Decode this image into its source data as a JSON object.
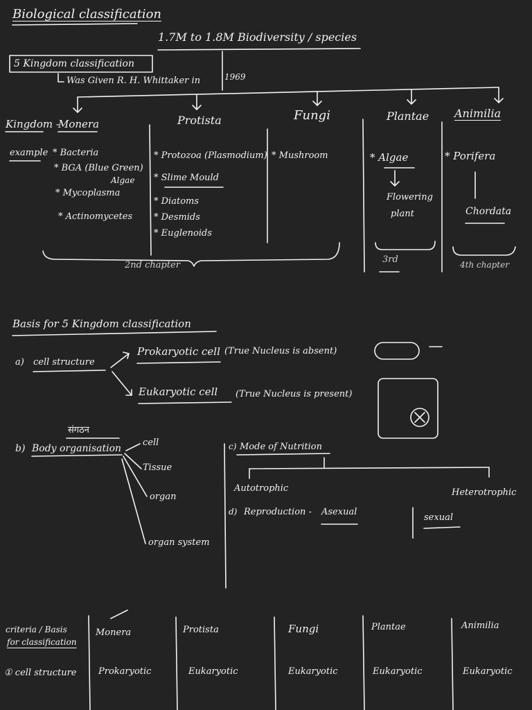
{
  "section1": {
    "title": "Biological classification",
    "biodiversity": "1.7M to 1.8M Biodiversity / species",
    "five_kingdom_box": "5 Kingdom classification",
    "given_by": "Was Given R. H. Whittaker in",
    "year": "1969",
    "kingdom_label": "Kingdom -",
    "example_label": "example",
    "kingdoms": {
      "monera": {
        "name": "Monera",
        "examples": [
          "* Bacteria",
          "* BGA (Blue Green)",
          "Algae",
          "* Mycoplasma",
          "* Actinomycetes"
        ]
      },
      "protista": {
        "name": "Protista",
        "examples": [
          "* Protozoa (Plasmodium)",
          "* Slime Mould",
          "* Diatoms",
          "* Desmids",
          "* Euglenoids"
        ]
      },
      "fungi": {
        "name": "Fungi",
        "examples": [
          "* Mushroom"
        ]
      },
      "plantae": {
        "name": "Plantae",
        "examples": [
          "* Algae",
          "Flowering",
          "plant"
        ]
      },
      "animalia": {
        "name": "Animilia",
        "examples": [
          "* Porifera",
          "Chordata"
        ]
      }
    },
    "chapter_2": "2nd chapter",
    "chapter_3": "3rd",
    "chapter_4": "4th chapter"
  },
  "section2": {
    "title": "Basis for 5 Kingdom classification",
    "a_label": "a)",
    "cell_structure": "cell structure",
    "prokaryotic": "Prokaryotic cell",
    "prokaryotic_note": "(True Nucleus is absent)",
    "eukaryotic": "Eukaryotic cell",
    "eukaryotic_note": "(True Nucleus is present)",
    "hindi_word": "संगठन",
    "b_label": "b)",
    "body_organisation": "Body organisation",
    "levels": [
      "cell",
      "Tissue",
      "organ",
      "organ system"
    ],
    "c_label": "c)",
    "mode_of_nutrition": "Mode of Nutrition",
    "autotrophic": "Autotrophic",
    "heterotrophic": "Heterotrophic",
    "d_label": "d)",
    "reproduction": "Reproduction -",
    "asexual": "Asexual",
    "sexual": "sexual"
  },
  "table": {
    "header_criteria_line1": "criteria / Basis",
    "header_criteria_line2": "for classification",
    "columns": [
      "Monera",
      "Protista",
      "Fungi",
      "Plantae",
      "Animilia"
    ],
    "row1_label": "① cell structure",
    "row1_values": [
      "Prokaryotic",
      "Eukaryotic",
      "Eukaryotic",
      "Eukaryotic",
      "Eukaryotic"
    ]
  }
}
